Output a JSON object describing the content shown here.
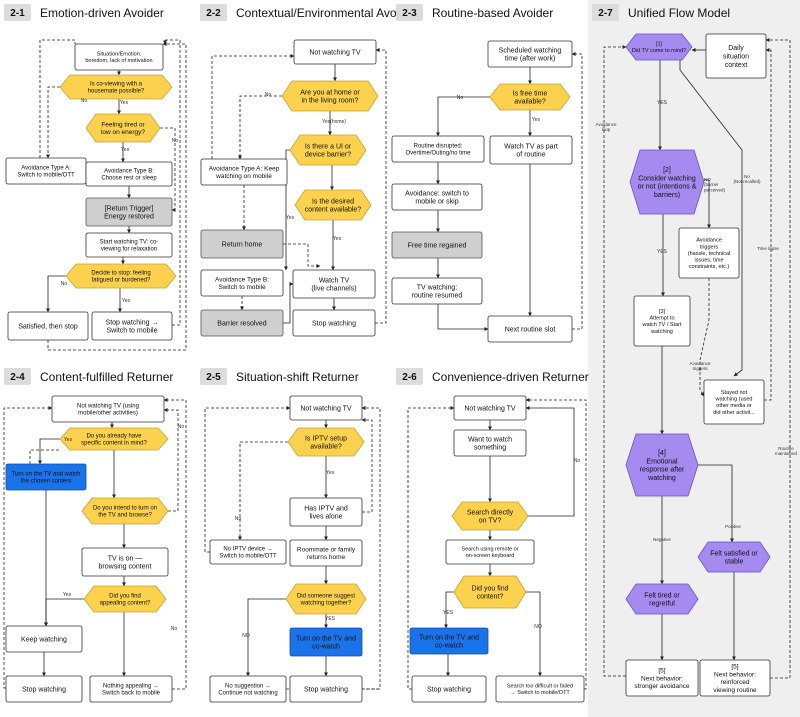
{
  "panels": [
    {
      "num": "2-1",
      "title": "Emotion-driven Avoider"
    },
    {
      "num": "2-2",
      "title": "Contextual/Environmental Avoider"
    },
    {
      "num": "2-3",
      "title": "Routine-based Avoider"
    },
    {
      "num": "2-7",
      "title": "Unified Flow Model"
    },
    {
      "num": "2-4",
      "title": "Content-fulfilled Returner"
    },
    {
      "num": "2-5",
      "title": "Situation-shift Returner"
    },
    {
      "num": "2-6",
      "title": "Convenience-driven Returner"
    }
  ],
  "p21": {
    "n1": [
      "Situation/Emotion:",
      "boredom, lack of motivation"
    ],
    "n2": [
      "Is co-viewing with a",
      "housemate possible?"
    ],
    "n3": [
      "Feeling tired or",
      "low on energy?"
    ],
    "n4": [
      "Avoidance Type A:",
      "Switch to mobile/OTT"
    ],
    "n5": [
      "Avoidance Type B:",
      "Choose rest or sleep"
    ],
    "n6": [
      "[Return Trigger]",
      "Energy restored"
    ],
    "n7": [
      "Start watching TV: co-",
      "viewing for relaxation"
    ],
    "n8": [
      "Decide to stop: feeling",
      "fatigued or burdened?"
    ],
    "n9": [
      "Satisfied, then stop"
    ],
    "n10": [
      "Stop watching →",
      "Switch to mobile"
    ],
    "lNo1": "No",
    "lYes1": "Yes",
    "lYes2": "Yes",
    "lNo2": "No",
    "lNo3": "No",
    "lYes3": "Yes"
  },
  "p22": {
    "n1": [
      "Not watching TV"
    ],
    "n2": [
      "Are you at home or",
      "in the living room?"
    ],
    "n3": [
      "Is there a UI or",
      "device barrier?"
    ],
    "n4": [
      "Avoidance Type A: Keep",
      "watching on mobile"
    ],
    "n5": [
      "Is the desired",
      "content available?"
    ],
    "n6": [
      "Return home"
    ],
    "n7": [
      "Avoidance Type B:",
      "Switch to mobile"
    ],
    "n8": [
      "Watch TV",
      "(live channels)"
    ],
    "n9": [
      "Barrier resolved"
    ],
    "n10": [
      "Stop watching"
    ],
    "lNo": "No",
    "lYesHome": "Yes(home)",
    "lYes1": "Yes",
    "lYes2": "Yes"
  },
  "p23": {
    "n1": [
      "Scheduled watching",
      "time (after work)"
    ],
    "n2": [
      "Is free time",
      "available?"
    ],
    "n3": [
      "Routine disrupted:",
      "Overtime/Outing/no time"
    ],
    "n4": [
      "Watch TV as part",
      "of routine"
    ],
    "n5": [
      "Avoidance: switch to",
      "mobile or skip"
    ],
    "n6": [
      "Free time regained"
    ],
    "n7": [
      "TV watching:",
      "routine resumed"
    ],
    "n8": [
      "Next routine slot"
    ],
    "lNo": "No",
    "lYes": "Yes"
  },
  "p27": {
    "n1": [
      "[1]",
      "Did TV come to mind?"
    ],
    "n2": [
      "Daily",
      "situation",
      "context"
    ],
    "n3": [
      "[2]",
      "Consider watching",
      "or not (intentions &",
      "barriers)"
    ],
    "n4": [
      "Avoidance",
      "triggers",
      "(hassle, technical",
      "issues, time",
      "constraints, etc.)"
    ],
    "n5": [
      "[3]",
      "Attempt to",
      "watch TV / Start",
      "watching"
    ],
    "n6": [
      "Stayed not",
      "watching (used",
      "other media or",
      "did other activit..."
    ],
    "n7": [
      "[4]",
      "Emotional",
      "response after",
      "watching"
    ],
    "n8": [
      "Felt satisfied or",
      "stable"
    ],
    "n9": [
      "Felt tired or",
      "regretful"
    ],
    "n10": [
      "[5]",
      "Next behavior:",
      "stronger avoidance"
    ],
    "n11": [
      "[5]",
      "Next behavior:",
      "reinforced",
      "viewing routine"
    ],
    "lYes1": "YES",
    "lNoBarrier": [
      "NO",
      "(barrier",
      "perceived)"
    ],
    "lYes2": "YES",
    "lNoRecalled": [
      "No",
      "(Not recalled)"
    ],
    "lAvoidLoop": [
      "Avoidance",
      "loop"
    ],
    "lTimeLapse": "Time lapse",
    "lAvoidTrig": [
      "Avoidance",
      "triggers"
    ],
    "lNegative": "Negative",
    "lPositive": "Positive",
    "lRoutine": [
      "Routine",
      "maintained"
    ]
  },
  "p24": {
    "n1": [
      "Not watching TV (using",
      "mobile/other activities)"
    ],
    "n2": [
      "Do you already have",
      "specific content in mind?"
    ],
    "n3": [
      "Turn on the TV and watch",
      "the chosen content"
    ],
    "n4": [
      "Do you intend to turn on",
      "the TV and browse?"
    ],
    "n5": [
      "TV is on —",
      "browsing content"
    ],
    "n6": [
      "Did you find",
      "appealing content?"
    ],
    "n7": [
      "Keep watching"
    ],
    "n8": [
      "Stop watching"
    ],
    "n9": [
      "Nothing appealing →",
      "Switch back to mobile"
    ],
    "lYes1": "Yes",
    "lYes2": "Yes",
    "lNo1": "No",
    "lNo2": "No"
  },
  "p25": {
    "n1": [
      "Not watching TV"
    ],
    "n2": [
      "Is IPTV setup",
      "available?"
    ],
    "n3": [
      "Has IPTV and",
      "lives alone"
    ],
    "n4": [
      "No IPTV device →",
      "Switch to mobile/OTT"
    ],
    "n5": [
      "Roommate or family",
      "returns home"
    ],
    "n6": [
      "Did someone suggest",
      "watching together?"
    ],
    "n7": [
      "Turn on the TV and",
      "co-watch"
    ],
    "n8": [
      "No suggestion →",
      "Continue not watching"
    ],
    "n9": [
      "Stop watching"
    ],
    "lNo1": "No",
    "lYes1": "Yes",
    "lNo2": "NO",
    "lYes2": "YES"
  },
  "p26": {
    "n1": [
      "Not watching TV"
    ],
    "n2": [
      "Want to watch",
      "something"
    ],
    "n3": [
      "Search directly",
      "on TV?"
    ],
    "n4": [
      "Search using remote or",
      "on-screen keyboard"
    ],
    "n5": [
      "Did you find",
      "content?"
    ],
    "n6": [
      "Turn on the TV and",
      "co-watch"
    ],
    "n7": [
      "Stop watching"
    ],
    "n8": [
      "Search too difficult or failed",
      "→ Switch to mobile/OTT"
    ],
    "lNo1": "No",
    "lYes": "YES",
    "lNo2": "NO"
  },
  "colors": {
    "yellow": "#fcd14d",
    "yellowStroke": "#c9a130",
    "blue": "#1a73e8",
    "purple": "#a58af0",
    "purpleStroke": "#6a4fc7",
    "grey": "#cfcfcf",
    "panelHead": "#dcdcdc",
    "panel7bg": "#efefef"
  }
}
